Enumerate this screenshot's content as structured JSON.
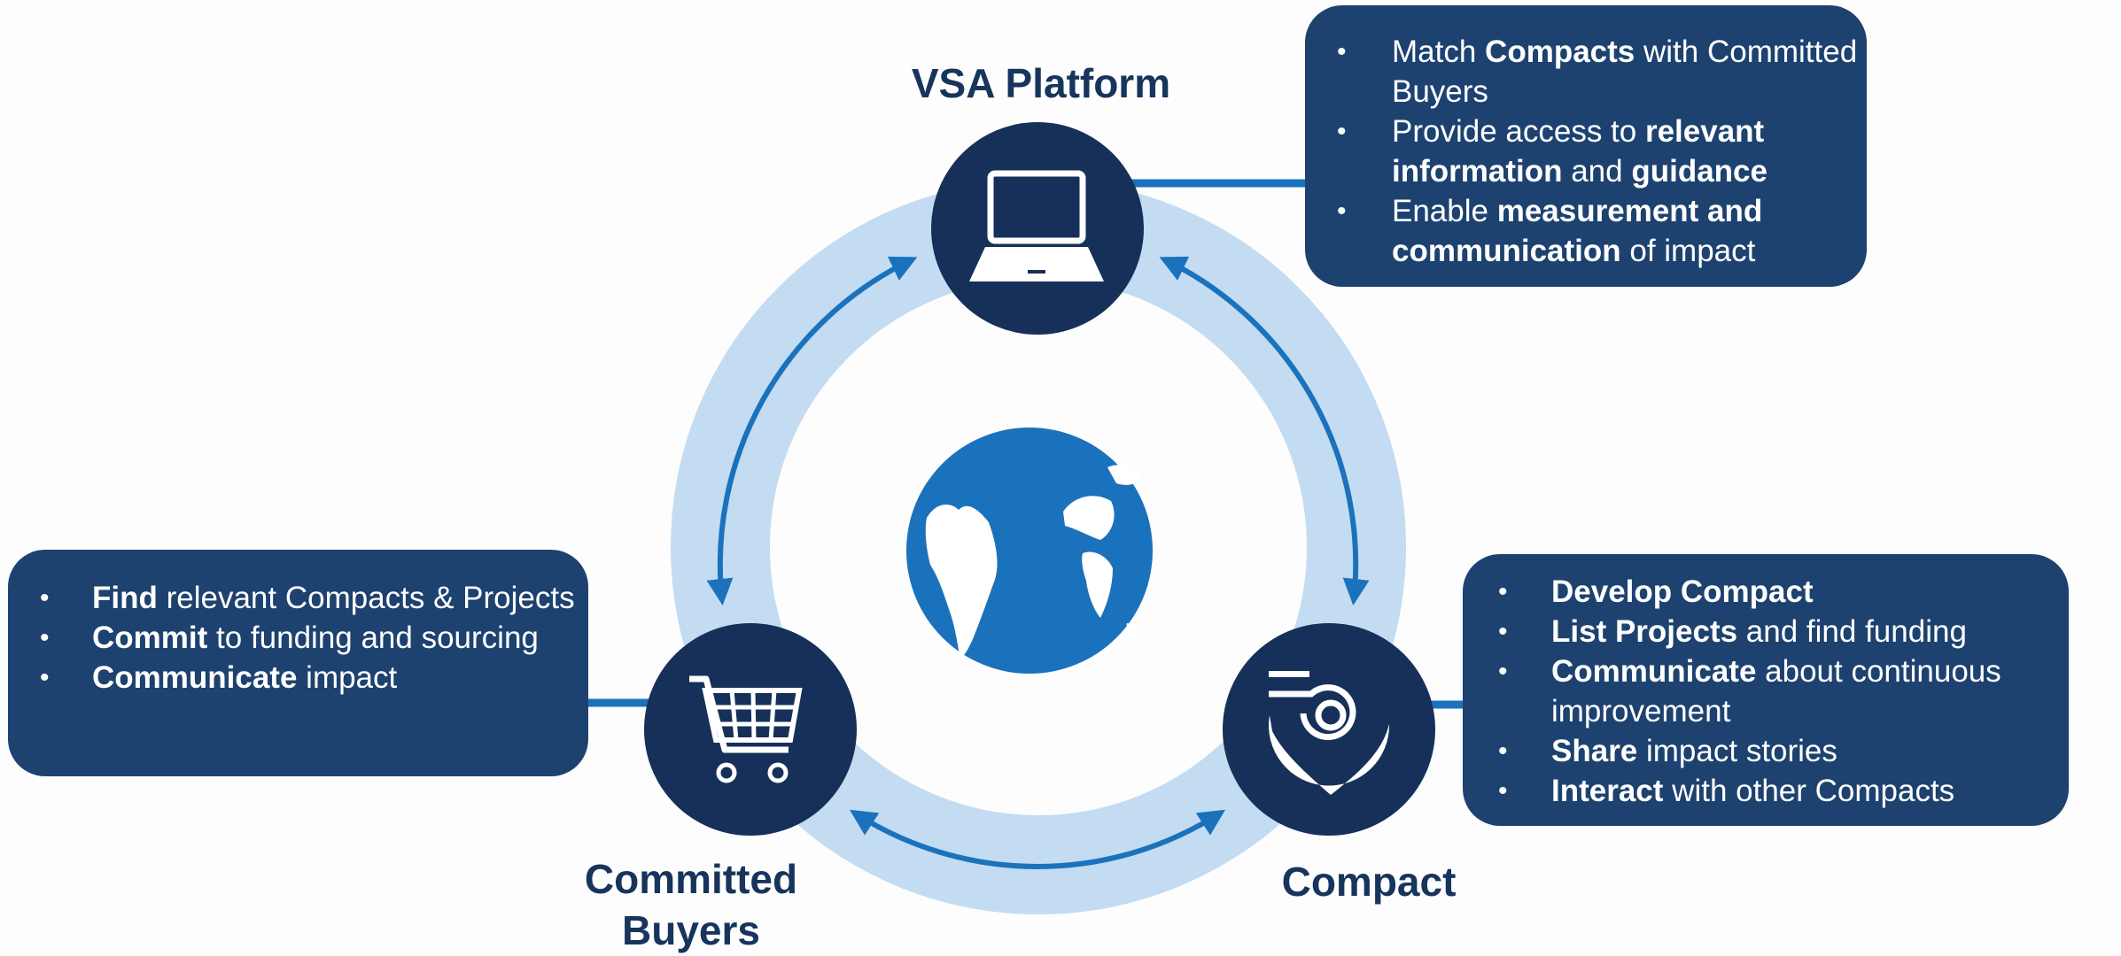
{
  "nodes": {
    "platform": {
      "title": "VSA Platform",
      "icon": "laptop-icon"
    },
    "buyers": {
      "title_line1": "Committed",
      "title_line2": "Buyers",
      "icon": "shopping-cart-icon"
    },
    "compact": {
      "title": "Compact",
      "icon": "compact-logo-icon"
    },
    "center": {
      "icon": "globe-icon"
    }
  },
  "boxes": {
    "platform": [
      [
        {
          "t": "Match "
        },
        {
          "t": "Compacts",
          "b": true
        },
        {
          "t": " with Committed Buyers"
        }
      ],
      [
        {
          "t": "Provide access to "
        },
        {
          "t": "relevant information",
          "b": true
        },
        {
          "t": " and "
        },
        {
          "t": "guidance",
          "b": true
        }
      ],
      [
        {
          "t": "Enable "
        },
        {
          "t": "measurement and communication",
          "b": true
        },
        {
          "t": " of impact"
        }
      ]
    ],
    "buyers": [
      [
        {
          "t": "Find",
          "b": true
        },
        {
          "t": " relevant Compacts & Projects"
        }
      ],
      [
        {
          "t": "Commit",
          "b": true
        },
        {
          "t": " to funding and sourcing"
        }
      ],
      [
        {
          "t": "Communicate",
          "b": true
        },
        {
          "t": " impact"
        }
      ]
    ],
    "compact": [
      [
        {
          "t": "Develop Compact",
          "b": true
        }
      ],
      [
        {
          "t": "List Projects",
          "b": true
        },
        {
          "t": " and find funding"
        }
      ],
      [
        {
          "t": "Communicate",
          "b": true
        },
        {
          "t": " about continuous improvement"
        }
      ],
      [
        {
          "t": "Share",
          "b": true
        },
        {
          "t": " impact stories"
        }
      ],
      [
        {
          "t": "Interact",
          "b": true
        },
        {
          "t": " with other Compacts"
        }
      ]
    ]
  },
  "colors": {
    "ring": "#c3dcf2",
    "node_fill": "#16305a",
    "box_fill": "#1d4270",
    "arrow": "#1b72bc",
    "globe": "#1b72bc",
    "title_text": "#17345c"
  }
}
